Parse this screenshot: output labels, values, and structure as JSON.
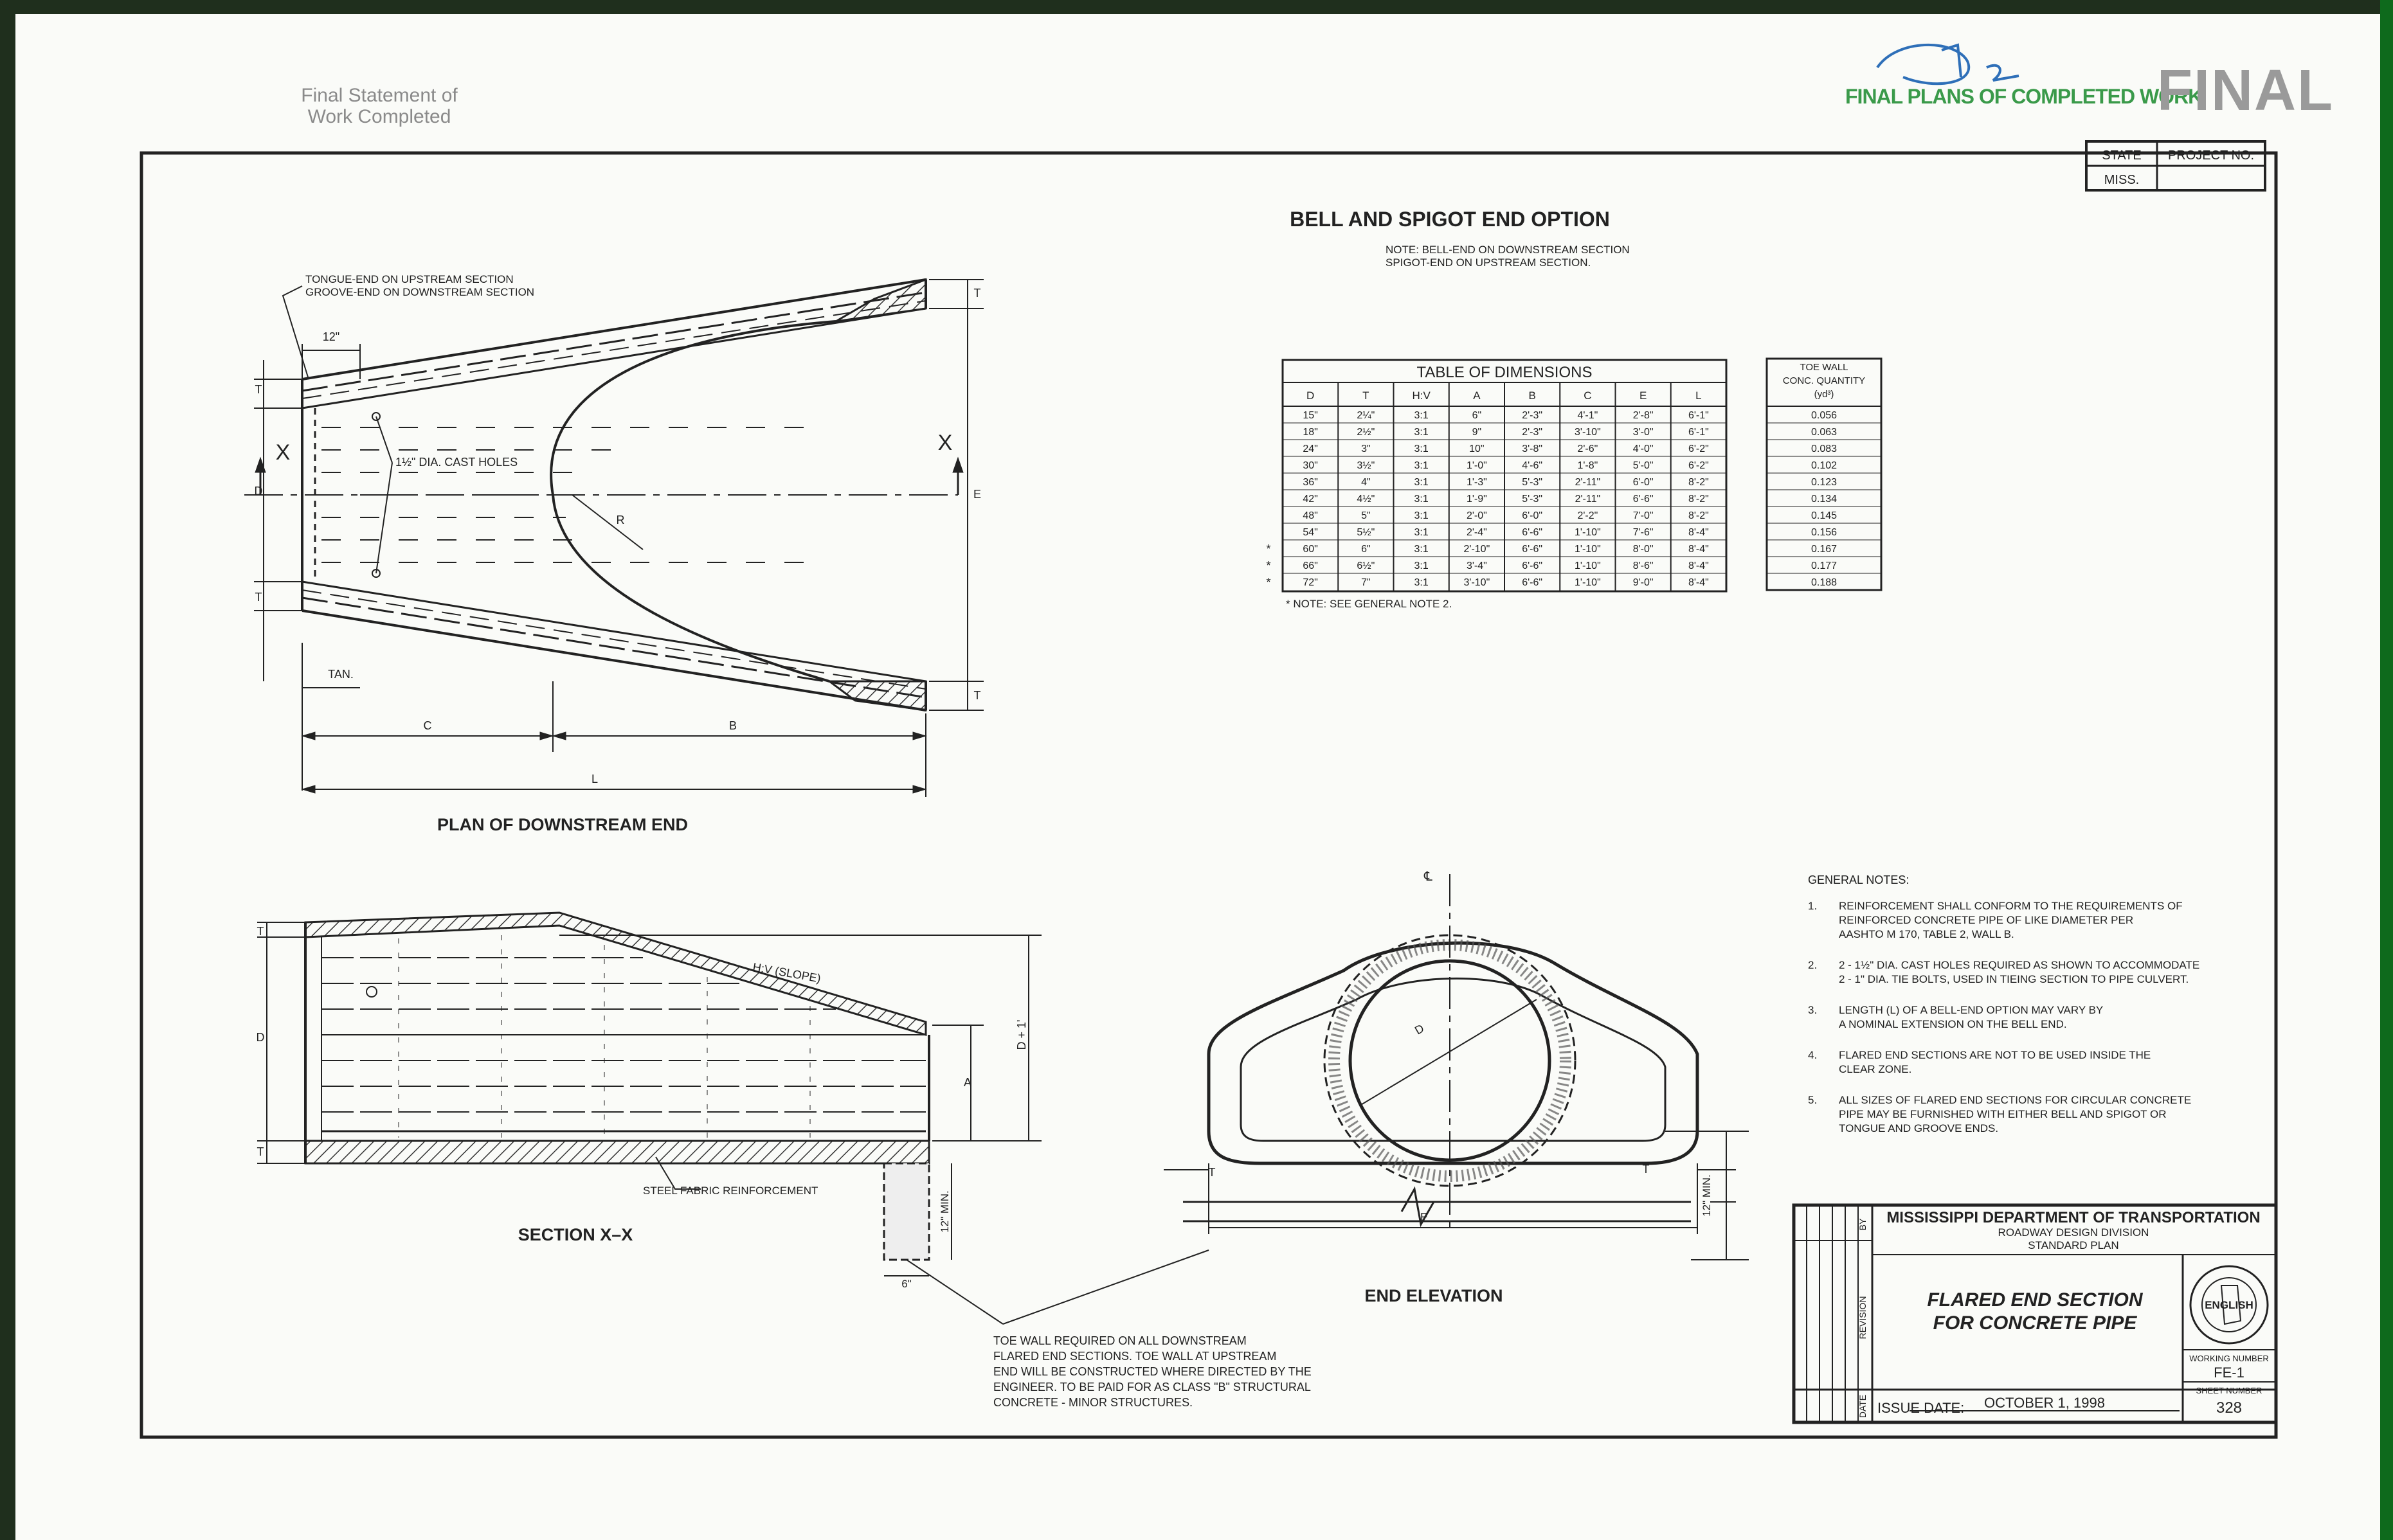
{
  "stamps": {
    "statement_line1": "Final Statement of",
    "statement_line2": "Work Completed",
    "final_plans": "FINAL PLANS OF COMPLETED WORK",
    "final": "FINAL"
  },
  "project_box": {
    "state_label": "STATE",
    "project_label": "PROJECT NO.",
    "state_value": "MISS."
  },
  "plan_view": {
    "callout_line1": "TONGUE-END ON UPSTREAM SECTION",
    "callout_line2": "GROOVE-END ON DOWNSTREAM SECTION",
    "dim_12": "12\"",
    "holes_label": "1½\" DIA. CAST HOLES",
    "tan_label": "TAN.",
    "x_label": "X",
    "d_label": "D",
    "t_label": "T",
    "e_label": "E",
    "r_label": "R",
    "c_label": "C",
    "b_label": "B",
    "l_label": "L",
    "title": "PLAN OF DOWNSTREAM END"
  },
  "section_view": {
    "slope_label": "H:V (SLOPE)",
    "d_label": "D",
    "t_label": "T",
    "a_label": "A",
    "d1_label": "D + 1'",
    "reinf_label": "STEEL FABRIC REINFORCEMENT",
    "min12": "12\" MIN.",
    "dim6": "6\"",
    "title": "SECTION X–X"
  },
  "end_elevation": {
    "cl_label": "℄",
    "d_label": "D",
    "t_label": "T",
    "e_label": "E",
    "min12": "12\" MIN.",
    "title": "END ELEVATION"
  },
  "toe_note": [
    "TOE WALL REQUIRED ON ALL DOWNSTREAM",
    "FLARED END SECTIONS. TOE WALL AT UPSTREAM",
    "END WILL BE CONSTRUCTED WHERE DIRECTED BY THE",
    "ENGINEER. TO BE PAID FOR AS CLASS \"B\" STRUCTURAL",
    "CONCRETE - MINOR STRUCTURES."
  ],
  "bell_spigot": {
    "title": "BELL AND SPIGOT END OPTION",
    "note1": "NOTE: BELL-END ON DOWNSTREAM SECTION",
    "note2": "SPIGOT-END ON UPSTREAM SECTION."
  },
  "dim_table": {
    "title": "TABLE OF DIMENSIONS",
    "headers": [
      "D",
      "T",
      "H:V",
      "A",
      "B",
      "C",
      "E",
      "L"
    ],
    "rows": [
      {
        "mark": "",
        "cells": [
          "15\"",
          "2¼\"",
          "3:1",
          "6\"",
          "2'-3\"",
          "4'-1\"",
          "2'-8\"",
          "6'-1\""
        ]
      },
      {
        "mark": "",
        "cells": [
          "18\"",
          "2½\"",
          "3:1",
          "9\"",
          "2'-3\"",
          "3'-10\"",
          "3'-0\"",
          "6'-1\""
        ]
      },
      {
        "mark": "",
        "cells": [
          "24\"",
          "3\"",
          "3:1",
          "10\"",
          "3'-8\"",
          "2'-6\"",
          "4'-0\"",
          "6'-2\""
        ]
      },
      {
        "mark": "",
        "cells": [
          "30\"",
          "3½\"",
          "3:1",
          "1'-0\"",
          "4'-6\"",
          "1'-8\"",
          "5'-0\"",
          "6'-2\""
        ]
      },
      {
        "mark": "",
        "cells": [
          "36\"",
          "4\"",
          "3:1",
          "1'-3\"",
          "5'-3\"",
          "2'-11\"",
          "6'-0\"",
          "8'-2\""
        ]
      },
      {
        "mark": "",
        "cells": [
          "42\"",
          "4½\"",
          "3:1",
          "1'-9\"",
          "5'-3\"",
          "2'-11\"",
          "6'-6\"",
          "8'-2\""
        ]
      },
      {
        "mark": "",
        "cells": [
          "48\"",
          "5\"",
          "3:1",
          "2'-0\"",
          "6'-0\"",
          "2'-2\"",
          "7'-0\"",
          "8'-2\""
        ]
      },
      {
        "mark": "",
        "cells": [
          "54\"",
          "5½\"",
          "3:1",
          "2'-4\"",
          "6'-6\"",
          "1'-10\"",
          "7'-6\"",
          "8'-4\""
        ]
      },
      {
        "mark": "*",
        "cells": [
          "60\"",
          "6\"",
          "3:1",
          "2'-10\"",
          "6'-6\"",
          "1'-10\"",
          "8'-0\"",
          "8'-4\""
        ]
      },
      {
        "mark": "*",
        "cells": [
          "66\"",
          "6½\"",
          "3:1",
          "3'-4\"",
          "6'-6\"",
          "1'-10\"",
          "8'-6\"",
          "8'-4\""
        ]
      },
      {
        "mark": "*",
        "cells": [
          "72\"",
          "7\"",
          "3:1",
          "3'-10\"",
          "6'-6\"",
          "1'-10\"",
          "9'-0\"",
          "8'-4\""
        ]
      }
    ],
    "note": "* NOTE: SEE GENERAL NOTE 2."
  },
  "toe_table": {
    "header1": "TOE WALL",
    "header2": "CONC. QUANTITY",
    "header3": "(yd³)",
    "values": [
      "0.056",
      "0.063",
      "0.083",
      "0.102",
      "0.123",
      "0.134",
      "0.145",
      "0.156",
      "0.167",
      "0.177",
      "0.188"
    ]
  },
  "general_notes": {
    "title": "GENERAL NOTES:",
    "items": [
      {
        "num": "1.",
        "lines": [
          "REINFORCEMENT SHALL CONFORM TO THE REQUIREMENTS OF",
          "REINFORCED CONCRETE PIPE OF LIKE DIAMETER PER",
          "AASHTO M 170, TABLE 2, WALL B."
        ]
      },
      {
        "num": "2.",
        "lines": [
          "2 - 1½\" DIA. CAST HOLES REQUIRED AS SHOWN TO ACCOMMODATE",
          "2 - 1\" DIA. TIE BOLTS, USED IN TIEING SECTION TO PIPE CULVERT."
        ]
      },
      {
        "num": "3.",
        "lines": [
          "LENGTH (L) OF A BELL-END OPTION MAY VARY BY",
          "A NOMINAL EXTENSION ON THE BELL END."
        ]
      },
      {
        "num": "4.",
        "lines": [
          "FLARED END SECTIONS ARE NOT TO BE USED INSIDE THE",
          "CLEAR ZONE."
        ]
      },
      {
        "num": "5.",
        "lines": [
          "ALL SIZES OF FLARED END SECTIONS FOR CIRCULAR CONCRETE",
          "PIPE MAY BE FURNISHED WITH EITHER BELL AND SPIGOT OR",
          "TONGUE AND GROOVE ENDS."
        ]
      }
    ]
  },
  "title_block": {
    "by": "BY",
    "revision": "REVISION",
    "date": "DATE",
    "agency": "MISSISSIPPI DEPARTMENT OF TRANSPORTATION",
    "division": "ROADWAY DESIGN DIVISION",
    "plan_type": "STANDARD PLAN",
    "title1": "FLARED END SECTION",
    "title2": "FOR CONCRETE PIPE",
    "seal_text": "ENGLISH",
    "working_label": "WORKING NUMBER",
    "working_number": "FE-1",
    "sheet_label": "SHEET NUMBER",
    "sheet_number": "328",
    "issue_label": "ISSUE DATE:",
    "issue_date": "OCTOBER 1, 1998"
  }
}
